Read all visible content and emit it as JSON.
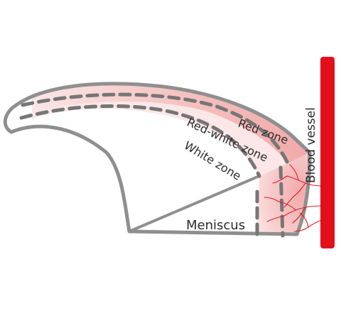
{
  "labels": {
    "red_zone": "Red zone",
    "red_white_zone": "Red-white zone",
    "white_zone": "White zone",
    "meniscus": "Meniscus",
    "blood_vessel": "Blood vessel"
  },
  "colors": {
    "outline": "#8f8f8f",
    "dash": "#767676",
    "red_zone_fill": "#f4b3b3",
    "red_white_fill": "#fbe3e3",
    "vessel": "#e3101c",
    "capillary": "#d81e28",
    "text": "#2b2b2b"
  }
}
